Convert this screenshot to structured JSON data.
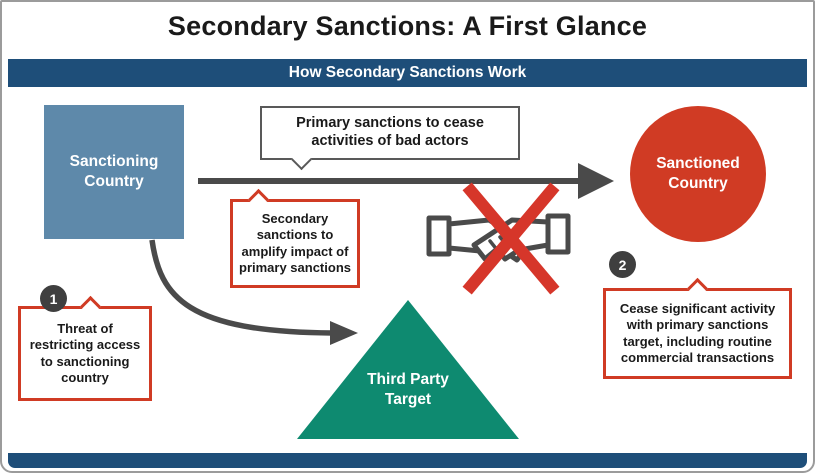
{
  "title": "Secondary Sanctions: A First Glance",
  "banner": {
    "label": "How Secondary Sanctions Work"
  },
  "nodes": {
    "sanctioning_country": {
      "label": "Sanctioning Country"
    },
    "sanctioned_country": {
      "label": "Sanctioned Country"
    },
    "third_party_target": {
      "label": "Third Party Target"
    }
  },
  "callouts": {
    "primary": {
      "text": "Primary sanctions to cease activities of bad actors"
    },
    "secondary": {
      "text": "Secondary sanctions to amplify impact of primary sanctions"
    },
    "step1": {
      "number": "1",
      "text": "Threat of restricting access to sanctioning country"
    },
    "step2": {
      "number": "2",
      "text": "Cease significant activity with primary sanctions target, including routine commercial transactions"
    }
  },
  "icons": {
    "handshake": "handshake-icon",
    "x_mark": "x-mark-icon",
    "primary_arrow": "right-arrow-icon",
    "secondary_arrow": "curved-arrow-icon"
  },
  "colors": {
    "banner_navy": "#1e4e79",
    "sanctioning_blue": "#5e89aa",
    "sanctioned_red": "#d03b24",
    "third_party_green": "#0e8a70",
    "callout_red": "#d03b24",
    "callout_gray": "#595959",
    "arrow_gray": "#4a4a4a",
    "badge_gray": "#3f3f3f",
    "x_red": "#d6362a",
    "text_dark": "#1a1a1a"
  }
}
